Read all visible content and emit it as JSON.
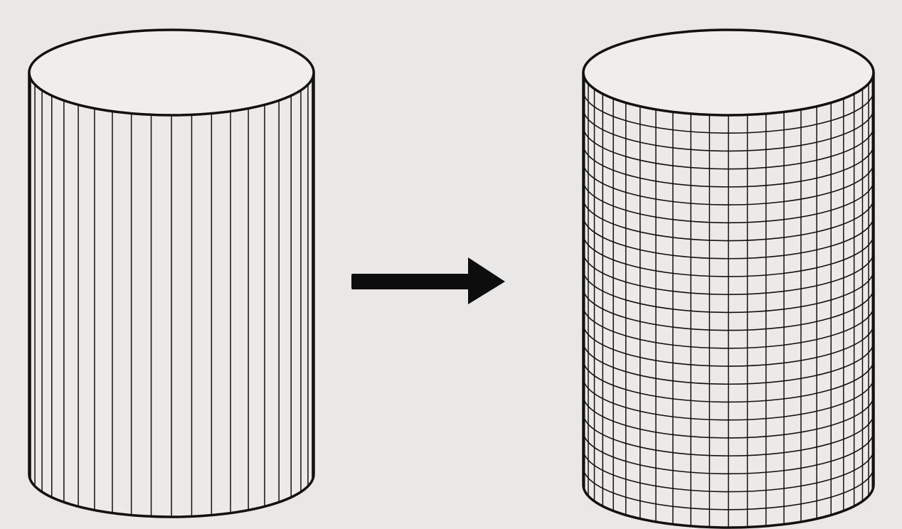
{
  "colors": {
    "background": "#e9e8e7",
    "cylinder_fill": "#eceae8",
    "top_fill": "#efeeed",
    "stroke": "#111111",
    "arrow": "#0d0d0d"
  },
  "figure": {
    "left_cylinder": {
      "pattern": "vertical-lines",
      "vertical_line_count": 22
    },
    "right_cylinder": {
      "pattern": "grid",
      "vertical_line_count": 24,
      "horizontal_line_count": 22
    },
    "arrow": {
      "direction": "right"
    }
  }
}
